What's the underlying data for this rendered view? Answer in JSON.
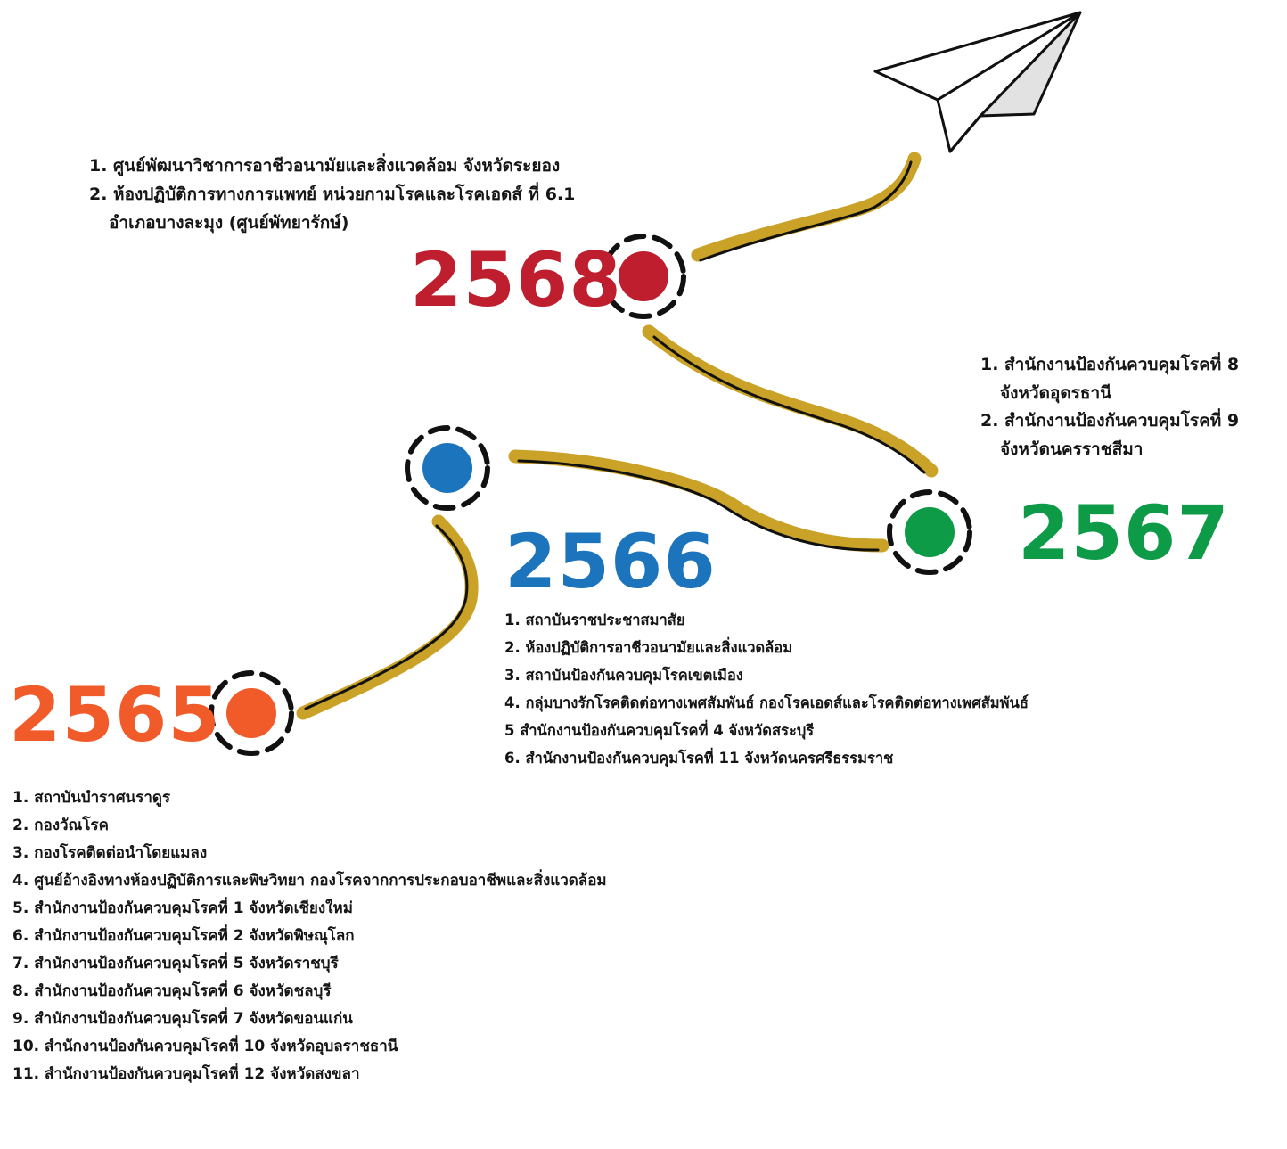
{
  "colors": {
    "path_fill": "#c9a227",
    "path_line": "#111111",
    "y2565": "#f15a29",
    "y2566": "#1c75bc",
    "y2567": "#0d9b48",
    "y2568": "#be1e2d",
    "plane_fill": "#ffffff",
    "plane_shade": "#e2e2e2"
  },
  "icons": [
    "paper-plane-icon"
  ],
  "milestones": [
    {
      "year": "2565",
      "items": [
        "1. สถาบันบำราศนราดูร",
        "2. กองวัณโรค",
        "3. กองโรคติดต่อนำโดยแมลง",
        "4. ศูนย์อ้างอิงทางห้องปฏิบัติการและพิษวิทยา กองโรคจากการประกอบอาชีพและสิ่งแวดล้อม",
        "5. สำนักงานป้องกันควบคุมโรคที่ 1 จังหวัดเชียงใหม่",
        "6. สำนักงานป้องกันควบคุมโรคที่ 2 จังหวัดพิษณุโลก",
        "7. สำนักงานป้องกันควบคุมโรคที่ 5 จังหวัดราชบุรี",
        "8. สำนักงานป้องกันควบคุมโรคที่ 6 จังหวัดชลบุรี",
        "9. สำนักงานป้องกันควบคุมโรคที่ 7 จังหวัดขอนแก่น",
        "10. สำนักงานป้องกันควบคุมโรคที่ 10 จังหวัดอุบลราชธานี",
        "11. สำนักงานป้องกันควบคุมโรคที่ 12 จังหวัดสงขลา"
      ]
    },
    {
      "year": "2566",
      "items": [
        "1. สถาบันราชประชาสมาสัย",
        "2. ห้องปฏิบัติการอาชีวอนามัยและสิ่งแวดล้อม",
        "3. สถาบันป้องกันควบคุมโรคเขตเมือง",
        "4. กลุ่มบางรักโรคติดต่อทางเพศสัมพันธ์ กองโรคเอดส์และโรคติดต่อทางเพศสัมพันธ์",
        "5 สำนักงานป้องกันควบคุมโรคที่ 4 จังหวัดสระบุรี",
        "6. สำนักงานป้องกันควบคุมโรคที่ 11 จังหวัดนครศรีธรรมราช"
      ]
    },
    {
      "year": "2567",
      "items": [
        {
          "line": "1. สำนักงานป้องกันควบคุมโรคที่ 8",
          "cont": "จังหวัดอุดรธานี"
        },
        {
          "line": "2. สำนักงานป้องกันควบคุมโรคที่ 9",
          "cont": "จังหวัดนครราชสีมา"
        }
      ]
    },
    {
      "year": "2568",
      "items": [
        {
          "line": "1. ศูนย์พัฒนาวิชาการอาชีวอนามัยและสิ่งแวดล้อม จังหวัดระยอง"
        },
        {
          "line": "2. ห้องปฏิบัติการทางการแพทย์ หน่วยกามโรคและโรคเอดส์ ที่ 6.1",
          "cont": "อำเภอบางละมุง (ศูนย์พัทยารักษ์)"
        }
      ]
    }
  ]
}
